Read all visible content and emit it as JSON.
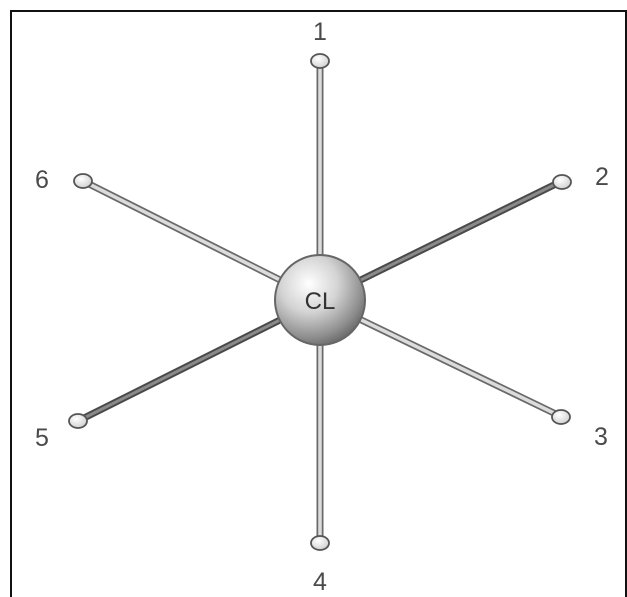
{
  "center": {
    "label": "CL"
  },
  "positions": [
    {
      "label": "1"
    },
    {
      "label": "2"
    },
    {
      "label": "3"
    },
    {
      "label": "4"
    },
    {
      "label": "5"
    },
    {
      "label": "6"
    }
  ],
  "colors": {
    "rod_fill": "#d8d8d8",
    "rod_edge": "#6a6a6a",
    "node_fill": "#eeeeee",
    "node_edge": "#555555",
    "center_edge": "#666666",
    "label_text": "#4a4a4a",
    "frame": "#111111"
  }
}
